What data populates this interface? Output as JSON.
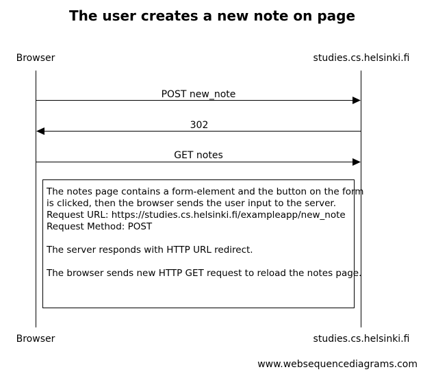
{
  "title": "The user creates a new note on page",
  "participants": {
    "browser": "Browser",
    "server": "studies.cs.helsinki.fi"
  },
  "messages": [
    {
      "label": "POST new_note",
      "from": "browser",
      "to": "server"
    },
    {
      "label": "302",
      "from": "server",
      "to": "browser"
    },
    {
      "label": "GET notes",
      "from": "browser",
      "to": "server"
    }
  ],
  "note": {
    "lines": [
      "The notes page contains a form-element and the button on the form",
      "is clicked, then the browser sends the user input to the server.",
      "Request URL: https://studies.cs.helsinki.fi/exampleapp/new_note",
      "Request Method: POST",
      "",
      "The server responds with HTTP URL redirect.",
      "",
      "The browser sends new HTTP GET request to reload the notes page."
    ]
  },
  "watermark": "www.websequencediagrams.com"
}
